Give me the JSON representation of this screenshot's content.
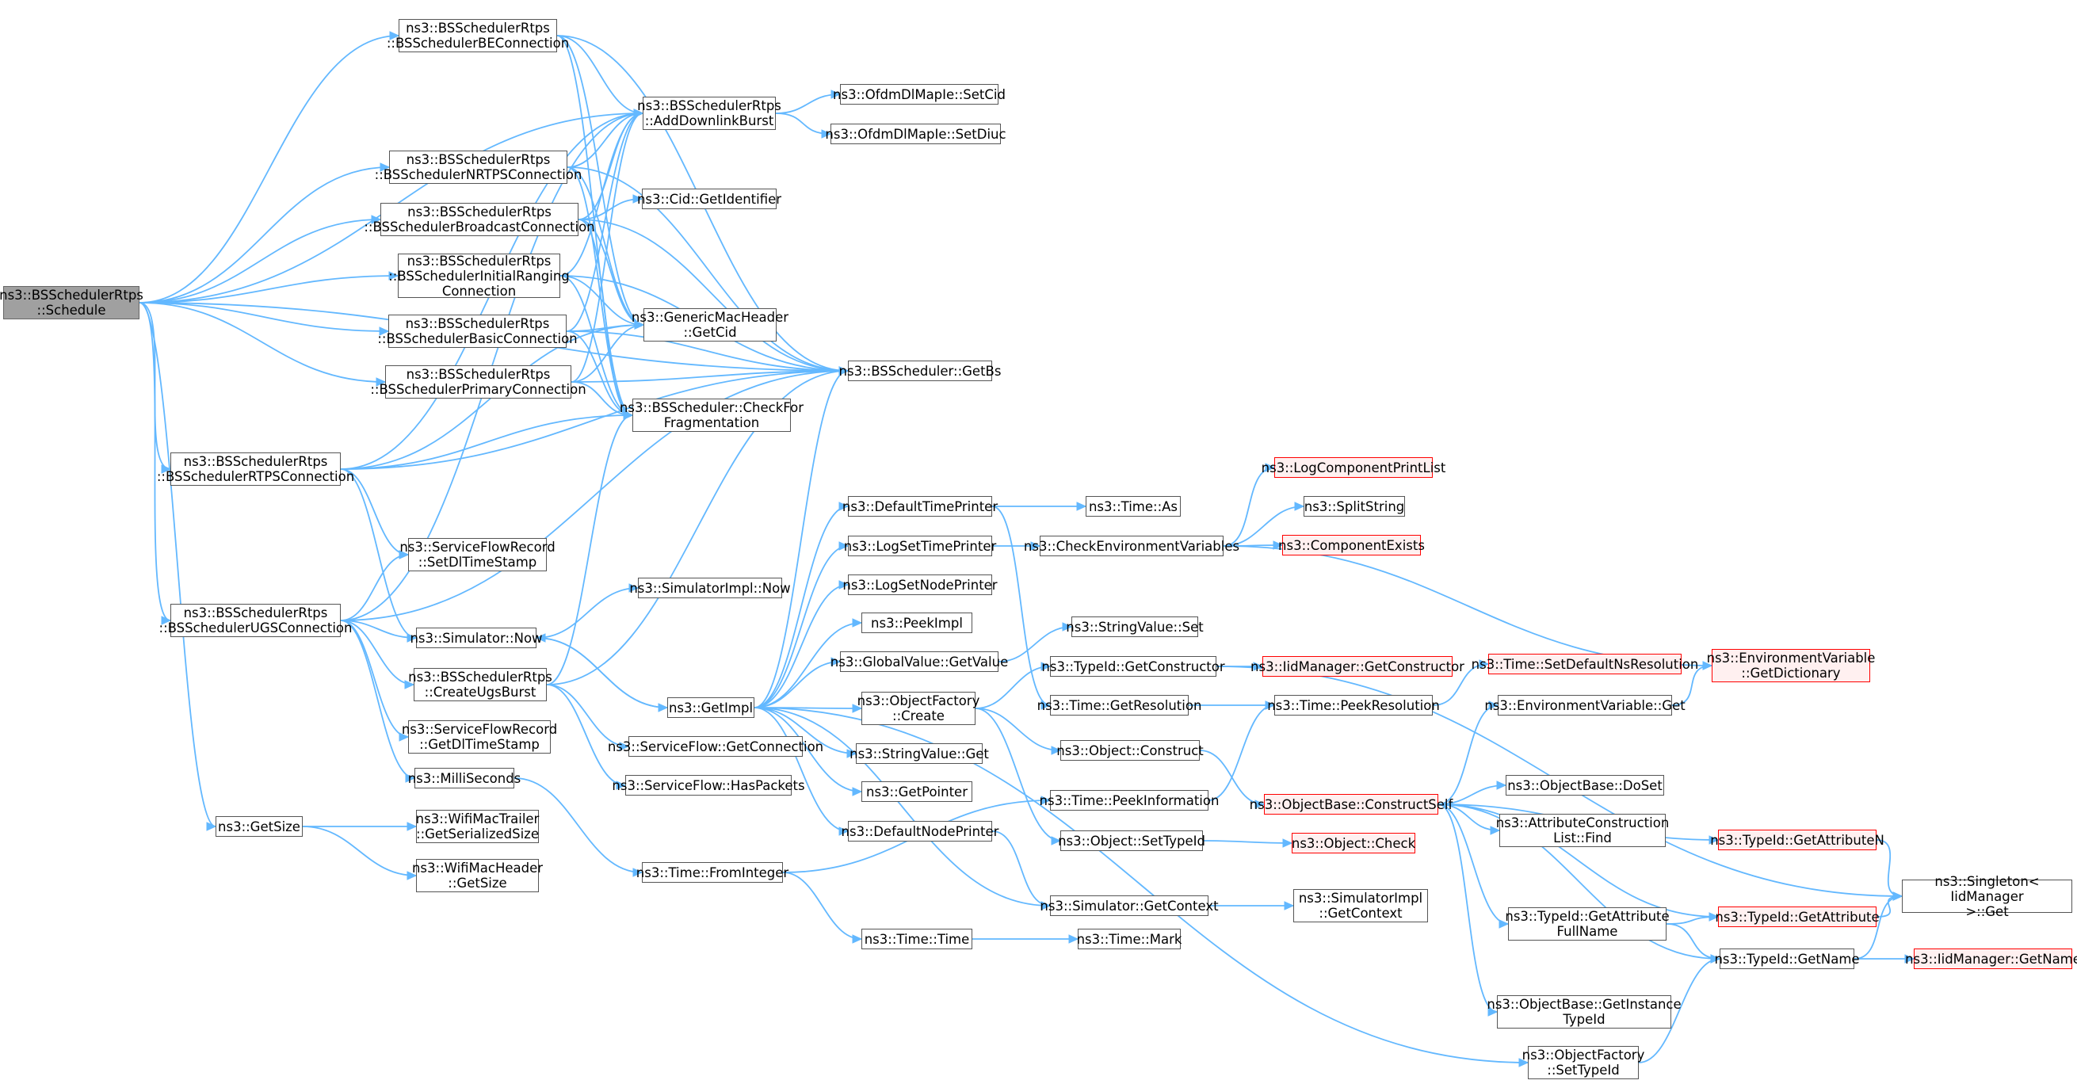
{
  "graph": {
    "colors": {
      "edge": "#63b8ff",
      "node_border": "#555555",
      "root_fill": "#a0a0a0",
      "truncated_border": "#ff0000",
      "truncated_fill": "#fff0f0"
    },
    "nodes": [
      {
        "id": "n1",
        "label": "ns3::BSSchedulerRtps\n::Schedule",
        "kind": "root"
      },
      {
        "id": "n2",
        "label": "ns3::BSSchedulerRtps\n::BSSchedulerBEConnection"
      },
      {
        "id": "n3",
        "label": "ns3::BSSchedulerRtps\n::AddDownlinkBurst"
      },
      {
        "id": "n4",
        "label": "ns3::OfdmDlMapIe::SetCid"
      },
      {
        "id": "n5",
        "label": "ns3::OfdmDlMapIe::SetDiuc"
      },
      {
        "id": "n6",
        "label": "ns3::BSSchedulerRtps\n::BSSchedulerNRTPSConnection"
      },
      {
        "id": "n7",
        "label": "ns3::BSSchedulerRtps\n::BSSchedulerBroadcastConnection"
      },
      {
        "id": "n8",
        "label": "ns3::Cid::GetIdentifier"
      },
      {
        "id": "n9",
        "label": "ns3::BSSchedulerRtps\n::BSSchedulerInitialRanging\nConnection"
      },
      {
        "id": "n10",
        "label": "ns3::GenericMacHeader\n::GetCid"
      },
      {
        "id": "n11",
        "label": "ns3::BSSchedulerRtps\n::BSSchedulerBasicConnection"
      },
      {
        "id": "n12",
        "label": "ns3::BSScheduler::GetBs"
      },
      {
        "id": "n13",
        "label": "ns3::BSSchedulerRtps\n::BSSchedulerPrimaryConnection"
      },
      {
        "id": "n14",
        "label": "ns3::BSScheduler::CheckFor\nFragmentation"
      },
      {
        "id": "n15",
        "label": "ns3::BSSchedulerRtps\n::BSSchedulerRTPSConnection"
      },
      {
        "id": "n16",
        "label": "ns3::ServiceFlowRecord\n::SetDlTimeStamp"
      },
      {
        "id": "n17",
        "label": "ns3::BSSchedulerRtps\n::BSSchedulerUGSConnection"
      },
      {
        "id": "n18",
        "label": "ns3::Simulator::Now"
      },
      {
        "id": "n19",
        "label": "ns3::SimulatorImpl::Now"
      },
      {
        "id": "n20",
        "label": "ns3::BSSchedulerRtps\n::CreateUgsBurst"
      },
      {
        "id": "n21",
        "label": "ns3::ServiceFlowRecord\n::GetDlTimeStamp"
      },
      {
        "id": "n22",
        "label": "ns3::MilliSeconds"
      },
      {
        "id": "n23",
        "label": "ns3::GetSize"
      },
      {
        "id": "n24",
        "label": "ns3::WifiMacTrailer\n::GetSerializedSize"
      },
      {
        "id": "n25",
        "label": "ns3::WifiMacHeader\n::GetSize"
      },
      {
        "id": "n26",
        "label": "ns3::GetImpl"
      },
      {
        "id": "n27",
        "label": "ns3::ServiceFlow::GetConnection"
      },
      {
        "id": "n28",
        "label": "ns3::ServiceFlow::HasPackets"
      },
      {
        "id": "n29",
        "label": "ns3::Time::FromInteger"
      },
      {
        "id": "n30",
        "label": "ns3::Time::Time"
      },
      {
        "id": "n31",
        "label": "ns3::Time::Mark"
      },
      {
        "id": "n32",
        "label": "ns3::DefaultTimePrinter"
      },
      {
        "id": "n33",
        "label": "ns3::LogSetTimePrinter"
      },
      {
        "id": "n34",
        "label": "ns3::LogSetNodePrinter"
      },
      {
        "id": "n35",
        "label": "ns3::PeekImpl"
      },
      {
        "id": "n36",
        "label": "ns3::GlobalValue::GetValue"
      },
      {
        "id": "n37",
        "label": "ns3::ObjectFactory\n::Create"
      },
      {
        "id": "n38",
        "label": "ns3::StringValue::Get"
      },
      {
        "id": "n39",
        "label": "ns3::GetPointer"
      },
      {
        "id": "n40",
        "label": "ns3::DefaultNodePrinter"
      },
      {
        "id": "n41",
        "label": "ns3::Time::As"
      },
      {
        "id": "n42",
        "label": "ns3::CheckEnvironmentVariables"
      },
      {
        "id": "n43",
        "label": "ns3::StringValue::Set"
      },
      {
        "id": "n44",
        "label": "ns3::TypeId::GetConstructor"
      },
      {
        "id": "n45",
        "label": "ns3::Time::GetResolution"
      },
      {
        "id": "n46",
        "label": "ns3::Object::Construct"
      },
      {
        "id": "n47",
        "label": "ns3::Time::PeekInformation"
      },
      {
        "id": "n48",
        "label": "ns3::Object::SetTypeId"
      },
      {
        "id": "n49",
        "label": "ns3::Simulator::GetContext"
      },
      {
        "id": "n50",
        "label": "ns3::LogComponentPrintList",
        "kind": "truncated"
      },
      {
        "id": "n51",
        "label": "ns3::SplitString"
      },
      {
        "id": "n52",
        "label": "ns3::ComponentExists",
        "kind": "truncated"
      },
      {
        "id": "n53",
        "label": "ns3::IidManager::GetConstructor",
        "kind": "truncated"
      },
      {
        "id": "n54",
        "label": "ns3::Time::PeekResolution"
      },
      {
        "id": "n55",
        "label": "ns3::ObjectBase::ConstructSelf",
        "kind": "truncated"
      },
      {
        "id": "n56",
        "label": "ns3::Object::Check",
        "kind": "truncated"
      },
      {
        "id": "n57",
        "label": "ns3::SimulatorImpl\n::GetContext"
      },
      {
        "id": "n58",
        "label": "ns3::Time::SetDefaultNsResolution",
        "kind": "truncated"
      },
      {
        "id": "n59",
        "label": "ns3::EnvironmentVariable\n::GetDictionary",
        "kind": "truncated"
      },
      {
        "id": "n60",
        "label": "ns3::EnvironmentVariable::Get"
      },
      {
        "id": "n61",
        "label": "ns3::ObjectBase::DoSet"
      },
      {
        "id": "n62",
        "label": "ns3::AttributeConstruction\nList::Find"
      },
      {
        "id": "n63",
        "label": "ns3::TypeId::GetAttributeN",
        "kind": "truncated"
      },
      {
        "id": "n64",
        "label": "ns3::TypeId::GetAttribute\nFullName"
      },
      {
        "id": "n65",
        "label": "ns3::TypeId::GetAttribute",
        "kind": "truncated"
      },
      {
        "id": "n66",
        "label": "ns3::TypeId::GetName"
      },
      {
        "id": "n67",
        "label": "ns3::ObjectBase::GetInstance\nTypeId"
      },
      {
        "id": "n68",
        "label": "ns3::ObjectFactory\n::SetTypeId"
      },
      {
        "id": "n69",
        "label": "ns3::Singleton< IidManager\n>::Get"
      },
      {
        "id": "n70",
        "label": "ns3::IidManager::GetName",
        "kind": "truncated"
      }
    ],
    "edges": [
      [
        "n1",
        "n2"
      ],
      [
        "n1",
        "n3"
      ],
      [
        "n1",
        "n6"
      ],
      [
        "n1",
        "n7"
      ],
      [
        "n1",
        "n9"
      ],
      [
        "n1",
        "n11"
      ],
      [
        "n1",
        "n13"
      ],
      [
        "n1",
        "n15"
      ],
      [
        "n1",
        "n17"
      ],
      [
        "n1",
        "n23"
      ],
      [
        "n1",
        "n12"
      ],
      [
        "n2",
        "n3"
      ],
      [
        "n2",
        "n10"
      ],
      [
        "n2",
        "n12"
      ],
      [
        "n2",
        "n14"
      ],
      [
        "n3",
        "n4"
      ],
      [
        "n3",
        "n5"
      ],
      [
        "n6",
        "n3"
      ],
      [
        "n6",
        "n10"
      ],
      [
        "n6",
        "n12"
      ],
      [
        "n6",
        "n14"
      ],
      [
        "n7",
        "n8"
      ],
      [
        "n7",
        "n3"
      ],
      [
        "n7",
        "n10"
      ],
      [
        "n7",
        "n12"
      ],
      [
        "n7",
        "n14"
      ],
      [
        "n9",
        "n3"
      ],
      [
        "n9",
        "n10"
      ],
      [
        "n9",
        "n12"
      ],
      [
        "n9",
        "n14"
      ],
      [
        "n11",
        "n3"
      ],
      [
        "n11",
        "n10"
      ],
      [
        "n11",
        "n12"
      ],
      [
        "n11",
        "n14"
      ],
      [
        "n13",
        "n3"
      ],
      [
        "n13",
        "n10"
      ],
      [
        "n13",
        "n12"
      ],
      [
        "n13",
        "n14"
      ],
      [
        "n15",
        "n3"
      ],
      [
        "n15",
        "n10"
      ],
      [
        "n15",
        "n12"
      ],
      [
        "n15",
        "n14"
      ],
      [
        "n15",
        "n16"
      ],
      [
        "n15",
        "n18"
      ],
      [
        "n17",
        "n3"
      ],
      [
        "n17",
        "n12"
      ],
      [
        "n17",
        "n16"
      ],
      [
        "n17",
        "n18"
      ],
      [
        "n17",
        "n20"
      ],
      [
        "n17",
        "n21"
      ],
      [
        "n17",
        "n22"
      ],
      [
        "n18",
        "n19"
      ],
      [
        "n18",
        "n26"
      ],
      [
        "n20",
        "n14"
      ],
      [
        "n20",
        "n12"
      ],
      [
        "n20",
        "n27"
      ],
      [
        "n20",
        "n28"
      ],
      [
        "n22",
        "n29"
      ],
      [
        "n23",
        "n24"
      ],
      [
        "n23",
        "n25"
      ],
      [
        "n26",
        "n32"
      ],
      [
        "n26",
        "n33"
      ],
      [
        "n26",
        "n34"
      ],
      [
        "n26",
        "n35"
      ],
      [
        "n26",
        "n36"
      ],
      [
        "n26",
        "n37"
      ],
      [
        "n26",
        "n38"
      ],
      [
        "n26",
        "n39"
      ],
      [
        "n26",
        "n40"
      ],
      [
        "n26",
        "n18"
      ],
      [
        "n26",
        "n49"
      ],
      [
        "n26",
        "n68"
      ],
      [
        "n26",
        "n12"
      ],
      [
        "n29",
        "n30"
      ],
      [
        "n29",
        "n47"
      ],
      [
        "n30",
        "n31"
      ],
      [
        "n32",
        "n41"
      ],
      [
        "n32",
        "n45"
      ],
      [
        "n33",
        "n42"
      ],
      [
        "n36",
        "n43"
      ],
      [
        "n37",
        "n44"
      ],
      [
        "n37",
        "n46"
      ],
      [
        "n37",
        "n48"
      ],
      [
        "n40",
        "n49"
      ],
      [
        "n42",
        "n50"
      ],
      [
        "n42",
        "n51"
      ],
      [
        "n42",
        "n52"
      ],
      [
        "n42",
        "n59"
      ],
      [
        "n44",
        "n53"
      ],
      [
        "n44",
        "n69"
      ],
      [
        "n45",
        "n54"
      ],
      [
        "n46",
        "n55"
      ],
      [
        "n47",
        "n54"
      ],
      [
        "n48",
        "n56"
      ],
      [
        "n49",
        "n57"
      ],
      [
        "n54",
        "n58"
      ],
      [
        "n55",
        "n60"
      ],
      [
        "n55",
        "n61"
      ],
      [
        "n55",
        "n62"
      ],
      [
        "n55",
        "n63"
      ],
      [
        "n55",
        "n64"
      ],
      [
        "n55",
        "n65"
      ],
      [
        "n55",
        "n66"
      ],
      [
        "n55",
        "n67"
      ],
      [
        "n60",
        "n59"
      ],
      [
        "n63",
        "n69"
      ],
      [
        "n64",
        "n65"
      ],
      [
        "n64",
        "n66"
      ],
      [
        "n65",
        "n69"
      ],
      [
        "n66",
        "n69"
      ],
      [
        "n66",
        "n70"
      ],
      [
        "n68",
        "n66"
      ]
    ]
  }
}
